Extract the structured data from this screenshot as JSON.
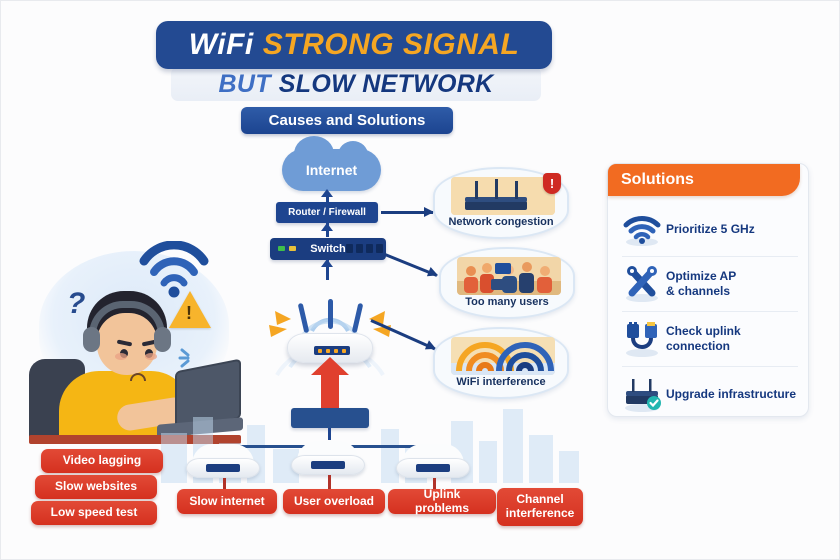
{
  "title": {
    "line1_white": "WiFi",
    "line1_orange": "STRONG SIGNAL",
    "line2_light": "BUT",
    "line2_dark": "SLOW NETWORK",
    "subtitle": "Causes and Solutions"
  },
  "colors": {
    "navy": "#1e4590",
    "banner_navy": "#234a92",
    "orange_title": "#f5a623",
    "orange_header": "#f26b21",
    "red_tag": "#d5301f",
    "cloud_blue": "#6f9cd6",
    "text_navy": "#15387f"
  },
  "diagram": {
    "cloud_label": "Internet",
    "router_label": "Router / Firewall",
    "switch_label": "Switch",
    "access_point_name": "wireless-access-point",
    "red_arrow_name": "uplink-bottleneck-arrow"
  },
  "causes": [
    {
      "label": "Network congestion",
      "icon": "router-warning-icon",
      "badge": "!"
    },
    {
      "label": "Too many users",
      "icon": "crowd-of-users-icon",
      "badge": ""
    },
    {
      "label": "WiFi interference",
      "icon": "overlapping-wifi-signals-icon",
      "badge": ""
    }
  ],
  "solutions": {
    "header": "Solutions",
    "items": [
      {
        "label": "Prioritize 5 GHz",
        "icon": "wifi-icon"
      },
      {
        "label": "Optimize AP\n& channels",
        "line1": "Optimize AP",
        "line2": "& channels",
        "icon": "crossed-wrenches-icon"
      },
      {
        "label": "Check uplink\nconnection",
        "line1": "Check uplink",
        "line2": "connection",
        "icon": "ethernet-cable-icon"
      },
      {
        "label": "Upgrade infrastructure",
        "icon": "router-check-icon"
      }
    ]
  },
  "symptom_tags": [
    {
      "label": "Video lagging"
    },
    {
      "label": "Slow websites"
    },
    {
      "label": "Low speed test"
    }
  ],
  "bottom_tags": [
    {
      "label": "Slow internet"
    },
    {
      "label": "User overload"
    },
    {
      "label": "Uplink problems"
    },
    {
      "label": "Channel interference",
      "line1": "Channel",
      "line2": "interference"
    }
  ],
  "illustration": {
    "name": "frustrated-user-at-laptop",
    "question_mark": "?",
    "warning_mark": "!"
  }
}
